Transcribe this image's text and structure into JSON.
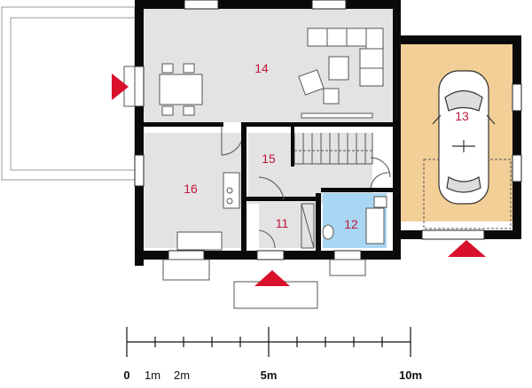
{
  "colors": {
    "wall": "#0a0a0a",
    "room_fill": "#e3e3e3",
    "garage_fill": "#f3cf98",
    "bathroom_fill": "#a9d6f2",
    "room_number": "#c0163a",
    "entrance_arrow": "#d8102c",
    "terrace_line": "#9a9a9a"
  },
  "rooms": [
    {
      "number": "14"
    },
    {
      "number": "13"
    },
    {
      "number": "15"
    },
    {
      "number": "16"
    },
    {
      "number": "11"
    },
    {
      "number": "12"
    }
  ],
  "entrance_arrows": [
    "arrow-right",
    "arrow-up",
    "arrow-up"
  ],
  "scale_bar": {
    "labels": [
      "0",
      "1m",
      "2m",
      "5m",
      "10m"
    ]
  }
}
